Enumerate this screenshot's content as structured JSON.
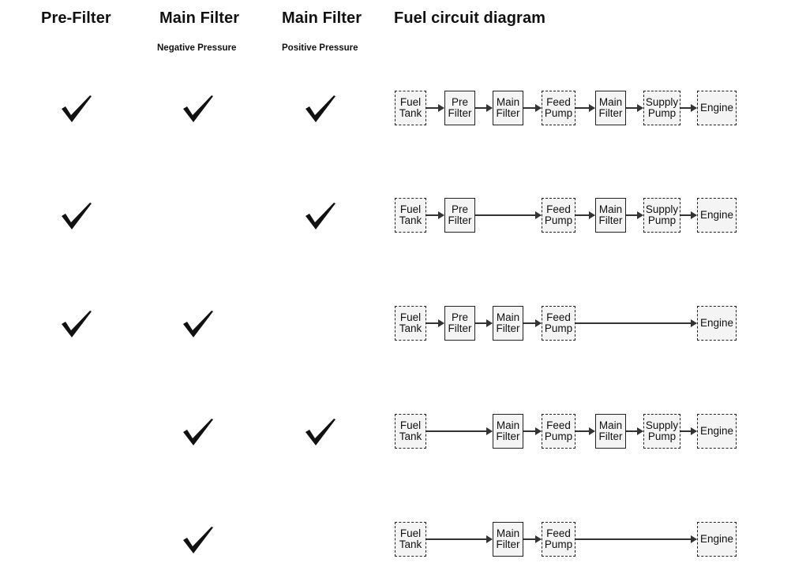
{
  "headers": {
    "pre_filter": "Pre-Filter",
    "main_filter_negative": "Main Filter",
    "main_filter_positive": "Main Filter",
    "diagram": "Fuel circuit diagram",
    "negative_sub": "Negative Pressure",
    "positive_sub": "Positive Pressure"
  },
  "components": {
    "fuel_tank": {
      "lines": [
        "Fuel",
        "Tank"
      ],
      "style": "dashed"
    },
    "pre_filter": {
      "lines": [
        "Pre",
        "Filter"
      ],
      "style": "solid"
    },
    "main_neg": {
      "lines": [
        "Main",
        "Filter"
      ],
      "style": "solid"
    },
    "feed_pump": {
      "lines": [
        "Feed",
        "Pump"
      ],
      "style": "dashed"
    },
    "main_pos": {
      "lines": [
        "Main",
        "Filter"
      ],
      "style": "solid"
    },
    "supply_pump": {
      "lines": [
        "Supply",
        "Pump"
      ],
      "style": "dashed"
    },
    "engine": {
      "lines": [
        "Engine"
      ],
      "style": "dashed"
    }
  },
  "rows": [
    {
      "pre_filter": true,
      "main_negative": true,
      "main_positive": true,
      "diagram": [
        "fuel_tank",
        "pre_filter",
        "main_neg",
        "feed_pump",
        "main_pos",
        "supply_pump",
        "engine"
      ]
    },
    {
      "pre_filter": true,
      "main_negative": false,
      "main_positive": true,
      "diagram": [
        "fuel_tank",
        "pre_filter",
        "feed_pump",
        "main_pos",
        "supply_pump",
        "engine"
      ]
    },
    {
      "pre_filter": true,
      "main_negative": true,
      "main_positive": false,
      "diagram": [
        "fuel_tank",
        "pre_filter",
        "main_neg",
        "feed_pump",
        "engine"
      ]
    },
    {
      "pre_filter": false,
      "main_negative": true,
      "main_positive": true,
      "diagram": [
        "fuel_tank",
        "main_neg",
        "feed_pump",
        "main_pos",
        "supply_pump",
        "engine"
      ]
    },
    {
      "pre_filter": false,
      "main_negative": true,
      "main_positive": false,
      "diagram": [
        "fuel_tank",
        "main_neg",
        "feed_pump",
        "engine"
      ]
    }
  ],
  "colors": {
    "text": "#111111",
    "box_fill": "#f4f4f4",
    "line": "#333333"
  },
  "icons": {
    "check": "checkmark-icon"
  }
}
